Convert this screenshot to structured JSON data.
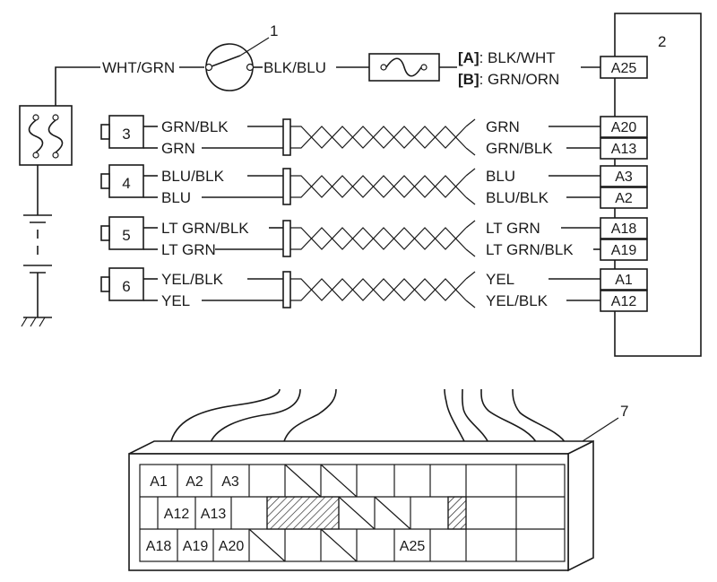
{
  "callouts": {
    "switch": "1",
    "ecm": "2",
    "connector": "7",
    "sensors": [
      "3",
      "4",
      "5",
      "6"
    ]
  },
  "feed": {
    "left_wire": "WHT/GRN",
    "right_wire": "BLK/BLU",
    "variant_a_tag": "[A]",
    "variant_a_color": ": BLK/WHT",
    "variant_b_tag": "[B]",
    "variant_b_color": ": GRN/ORN",
    "terminal": "A25"
  },
  "sensor_pairs": [
    {
      "left_top": "GRN/BLK",
      "left_bottom": "GRN",
      "right_top": "GRN",
      "right_bottom": "GRN/BLK",
      "term_top": "A20",
      "term_bottom": "A13"
    },
    {
      "left_top": "BLU/BLK",
      "left_bottom": "BLU",
      "right_top": "BLU",
      "right_bottom": "BLU/BLK",
      "term_top": "A3",
      "term_bottom": "A2"
    },
    {
      "left_top": "LT GRN/BLK",
      "left_bottom": "LT GRN",
      "right_top": "LT GRN",
      "right_bottom": "LT GRN/BLK",
      "term_top": "A18",
      "term_bottom": "A19"
    },
    {
      "left_top": "YEL/BLK",
      "left_bottom": "YEL",
      "right_top": "YEL",
      "right_bottom": "YEL/BLK",
      "term_top": "A1",
      "term_bottom": "A12"
    }
  ],
  "connector_labels": {
    "row1": [
      "A1",
      "A2",
      "A3"
    ],
    "row2": [
      "A12",
      "A13"
    ],
    "row3": [
      "A18",
      "A19",
      "A20",
      "A25"
    ]
  },
  "colors": {
    "ink": "#1a1a1a",
    "background": "#ffffff"
  }
}
